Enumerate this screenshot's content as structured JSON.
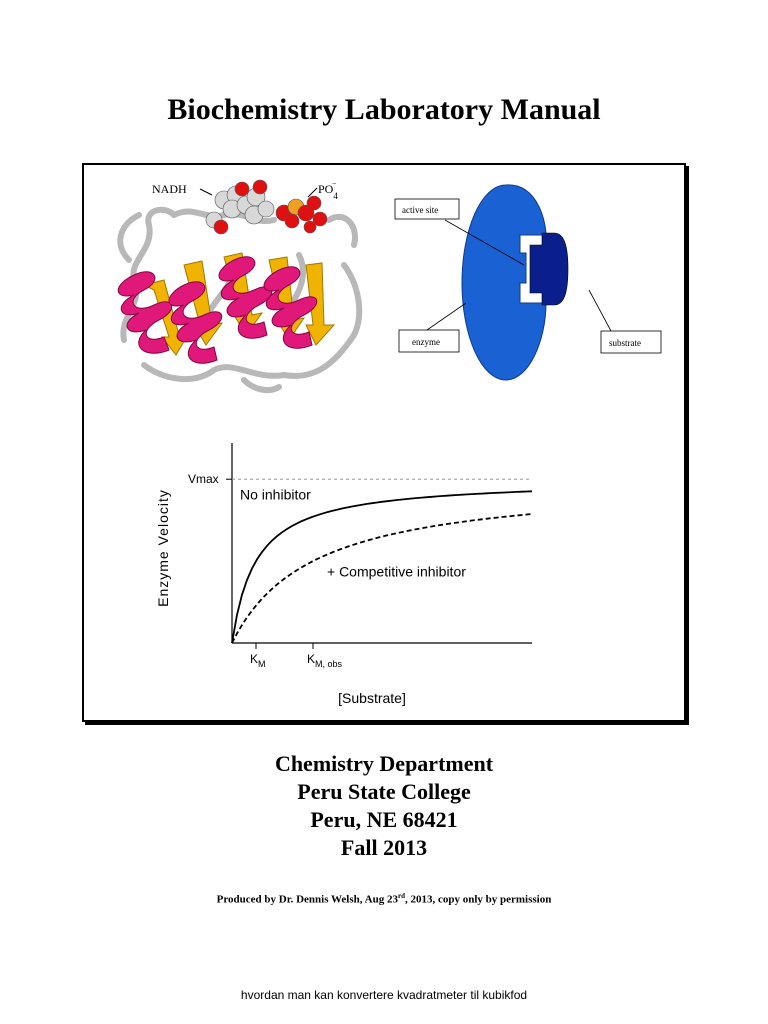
{
  "document": {
    "title": "Biochemistry Laboratory Manual",
    "department": "Chemistry Department",
    "college": "Peru State College",
    "location": "Peru, NE 68421",
    "term": "Fall 2013",
    "credit_prefix": "Produced by Dr. Dennis Welsh, Aug 23",
    "credit_sup": "rd",
    "credit_suffix": ", 2013, copy only by permission",
    "footer_text": "hvordan man kan konvertere kvadratmeter til kubikfod"
  },
  "protein_figure": {
    "label_nadh": "NADH",
    "label_po4": "PO",
    "label_po4_sub": "4",
    "label_po4_sup": "−",
    "colors": {
      "helix": "#e0187a",
      "sheet": "#f0b400",
      "coil": "#b8b8b8",
      "oxygen": "#e01010",
      "phosphate": "#f0a020",
      "carbon": "#d8d8d8"
    }
  },
  "enzyme_figure": {
    "label_active_site": "active site",
    "label_enzyme": "enzyme",
    "label_substrate": "substrate",
    "colors": {
      "enzyme": "#1a62d4",
      "substrate": "#0a1f8c"
    }
  },
  "chart_data": {
    "type": "line",
    "ylabel": "Enzyme Velocity",
    "xlabel": "[Substrate]",
    "vmax_label": "Vmax",
    "vmax": 1.0,
    "xlim": [
      0,
      10
    ],
    "ylim": [
      0,
      1.16
    ],
    "x_ticks": [
      {
        "x": 0.8,
        "label": "K",
        "sub": "M"
      },
      {
        "x": 2.7,
        "label": "K",
        "sub": "M, obs"
      }
    ],
    "series": [
      {
        "name": "No inhibitor",
        "km": 0.8,
        "style": "solid",
        "x": [
          0,
          0.25,
          0.5,
          1,
          1.5,
          2,
          3,
          4,
          5,
          6,
          7,
          8,
          9,
          10
        ],
        "y": [
          0,
          0.24,
          0.38,
          0.56,
          0.65,
          0.71,
          0.79,
          0.83,
          0.86,
          0.88,
          0.9,
          0.91,
          0.92,
          0.93
        ]
      },
      {
        "name": "+ Competitive inhibitor",
        "km": 2.7,
        "style": "dashed",
        "x": [
          0,
          0.25,
          0.5,
          1,
          1.5,
          2,
          3,
          4,
          5,
          6,
          7,
          8,
          9,
          10
        ],
        "y": [
          0,
          0.08,
          0.16,
          0.27,
          0.36,
          0.43,
          0.53,
          0.6,
          0.65,
          0.69,
          0.72,
          0.75,
          0.77,
          0.79
        ]
      }
    ]
  }
}
